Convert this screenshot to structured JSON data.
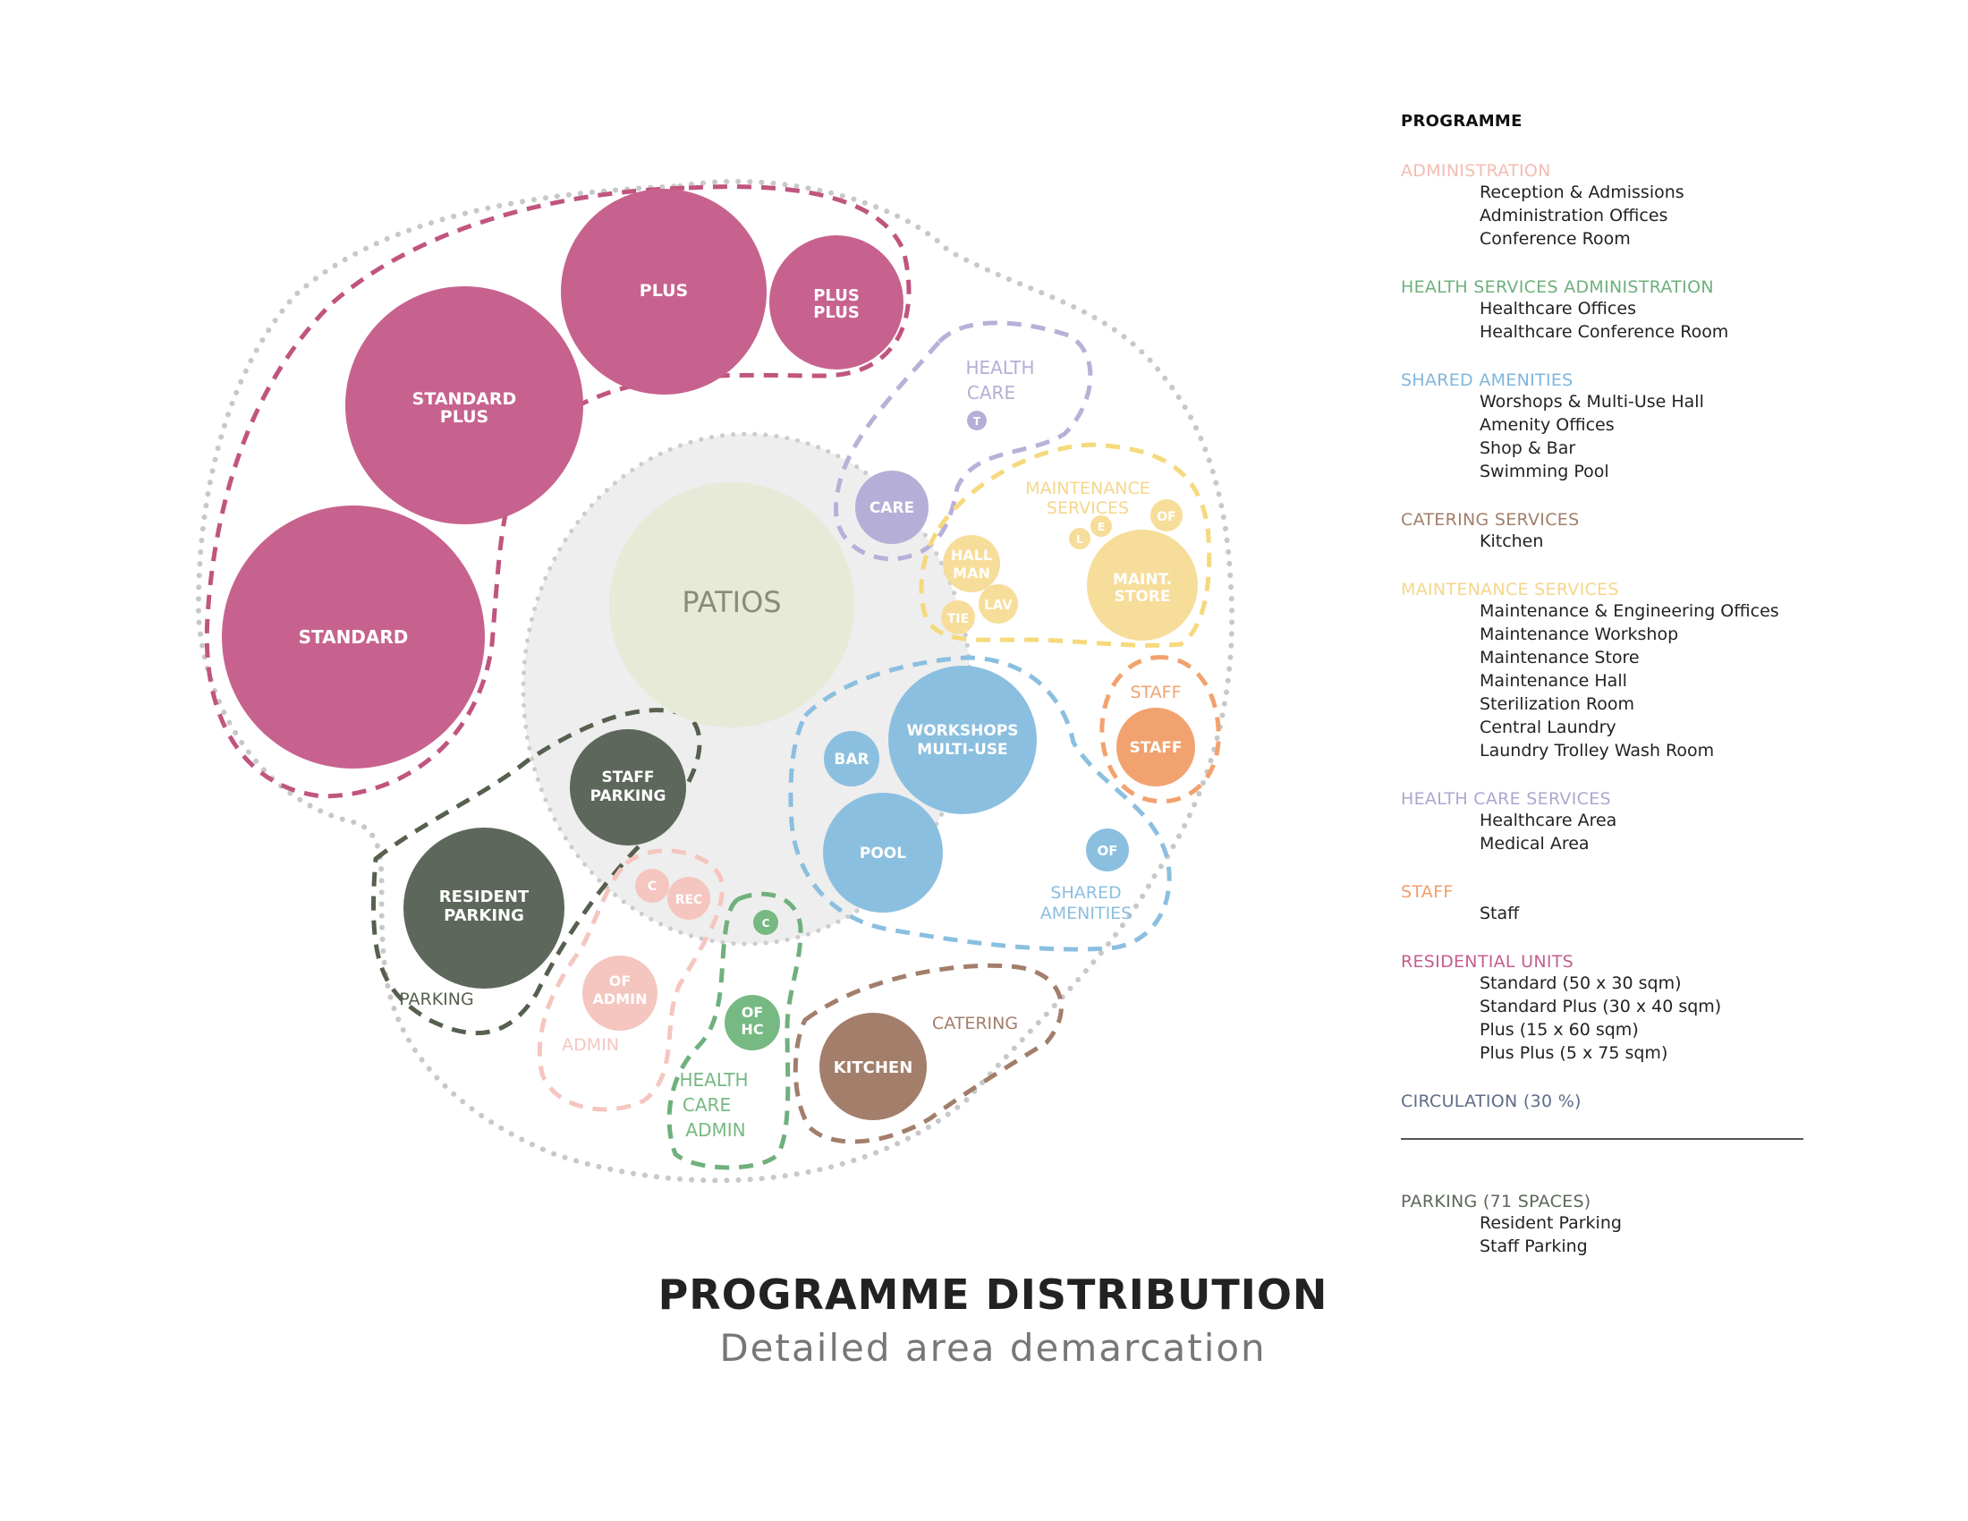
{
  "title": "PROGRAMME DISTRIBUTION",
  "subtitle": "Detailed area demarcation",
  "colors": {
    "residential": "#c7628e",
    "health_care": "#b5aed6",
    "maintenance": "#f7dd9a",
    "shared": "#8bbfe0",
    "staff": "#f2a26e",
    "parking": "#5d675b",
    "admin": "#f4c6bf",
    "health_admin": "#76b982",
    "catering": "#a27e6b",
    "patios": "#e6ead7",
    "circulation_fill": "#eeeeee",
    "dots": "#c8c8c8"
  },
  "diagram": {
    "bubbles": {
      "standard": "STANDARD",
      "standard_plus": [
        "STANDARD",
        "PLUS"
      ],
      "plus": "PLUS",
      "plus_plus": [
        "PLUS",
        "PLUS"
      ],
      "patios": "PATIOS",
      "care": "CARE",
      "hall_man": [
        "HALL",
        "MAN"
      ],
      "lav": "LAV",
      "tie": "TIE",
      "maint_store": [
        "MAINT.",
        "STORE"
      ],
      "of_maint": "OF",
      "e": "E",
      "l": "L",
      "t": "T",
      "staff": "STAFF",
      "workshops": [
        "WORKSHOPS",
        "MULTI-USE"
      ],
      "bar": "BAR",
      "pool": "POOL",
      "of_shared": "OF",
      "staff_parking": [
        "STAFF",
        "PARKING"
      ],
      "resident_parking": [
        "RESIDENT",
        "PARKING"
      ],
      "c_admin": "C",
      "rec": "REC",
      "c_health": "C",
      "of_admin": [
        "OF",
        "ADMIN"
      ],
      "of_hc": [
        "OF",
        "HC"
      ],
      "kitchen": "KITCHEN"
    },
    "zones": {
      "health_care": [
        "HEALTH",
        "CARE"
      ],
      "maintenance": [
        "MAINTENANCE",
        "SERVICES"
      ],
      "staff": "STAFF",
      "shared": [
        "SHARED",
        "AMENITIES"
      ],
      "parking": "PARKING",
      "admin": "ADMIN",
      "health_admin": [
        "HEALTH",
        "CARE",
        "ADMIN"
      ],
      "catering": "CATERING"
    }
  },
  "legend": {
    "heading": "PROGRAMME",
    "groups": [
      {
        "name": "ADMINISTRATION",
        "color": "#f4bcb2",
        "items": [
          "Reception & Admissions",
          "Administration Offices",
          "Conference Room"
        ]
      },
      {
        "name": "HEALTH SERVICES ADMINISTRATION",
        "color": "#6fb07d",
        "items": [
          "Healthcare Offices",
          "Healthcare Conference Room"
        ]
      },
      {
        "name": "SHARED AMENITIES",
        "color": "#7fb6dc",
        "items": [
          "Worshops & Multi-Use Hall",
          "Amenity Offices",
          "Shop & Bar",
          "Swimming Pool"
        ]
      },
      {
        "name": "CATERING SERVICES",
        "color": "#a27e6b",
        "items": [
          "Kitchen"
        ]
      },
      {
        "name": "MAINTENANCE SERVICES",
        "color": "#f5d68a",
        "items": [
          "Maintenance & Engineering Offices",
          "Maintenance Workshop",
          "Maintenance Store",
          "Maintenance Hall",
          "Sterilization Room",
          "Central Laundry",
          "Laundry Trolley Wash Room"
        ]
      },
      {
        "name": "HEALTH CARE SERVICES",
        "color": "#aea6d0",
        "items": [
          "Healthcare Area",
          "Medical Area"
        ]
      },
      {
        "name": "STAFF",
        "color": "#f0a06a",
        "items": [
          "Staff"
        ]
      },
      {
        "name": "RESIDENTIAL UNITS",
        "color": "#c35f8c",
        "items": [
          "Standard (50 x 30  sqm)",
          "Standard  Plus (30 x 40 sqm)",
          "Plus (15 x 60 sqm)",
          "Plus Plus (5 x 75 sqm)"
        ]
      },
      {
        "name": "CIRCULATION (30 %)",
        "color": "#5f6b8a",
        "items": []
      }
    ],
    "parking": {
      "name": "PARKING  (71 SPACES)",
      "color": "#5d675b",
      "items": [
        "Resident Parking",
        "Staff Parking"
      ]
    }
  }
}
